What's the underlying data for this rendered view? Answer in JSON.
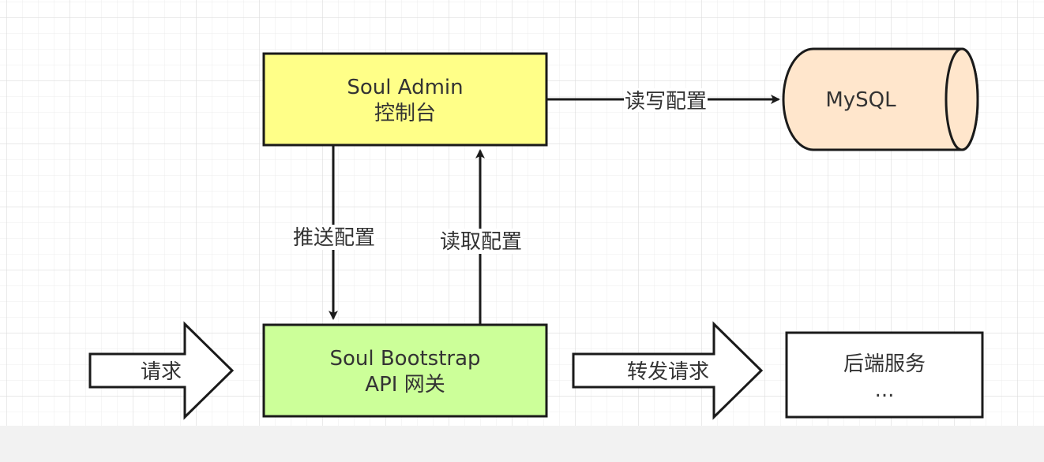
{
  "diagram": {
    "nodes": {
      "admin": {
        "line1": "Soul Admin",
        "line2": "控制台",
        "fill": "#ffff88"
      },
      "mysql": {
        "label": "MySQL",
        "fill": "#ffe6cc"
      },
      "bootstrap": {
        "line1": "Soul Bootstrap",
        "line2": "API 网关",
        "fill": "#ccff99"
      },
      "backend": {
        "line1": "后端服务",
        "line2": "...",
        "fill": "#ffffff"
      }
    },
    "edges": {
      "admin_to_mysql": "读写配置",
      "admin_to_bootstrap": "推送配置",
      "bootstrap_to_admin": "读取配置",
      "request_in": "请求",
      "forward_request": "转发请求"
    },
    "colors": {
      "stroke": "#1a1a1a",
      "text": "#333333",
      "canvas": "#ffffff",
      "grid": "#e6e6e6",
      "footer": "#f2f2f2"
    }
  }
}
